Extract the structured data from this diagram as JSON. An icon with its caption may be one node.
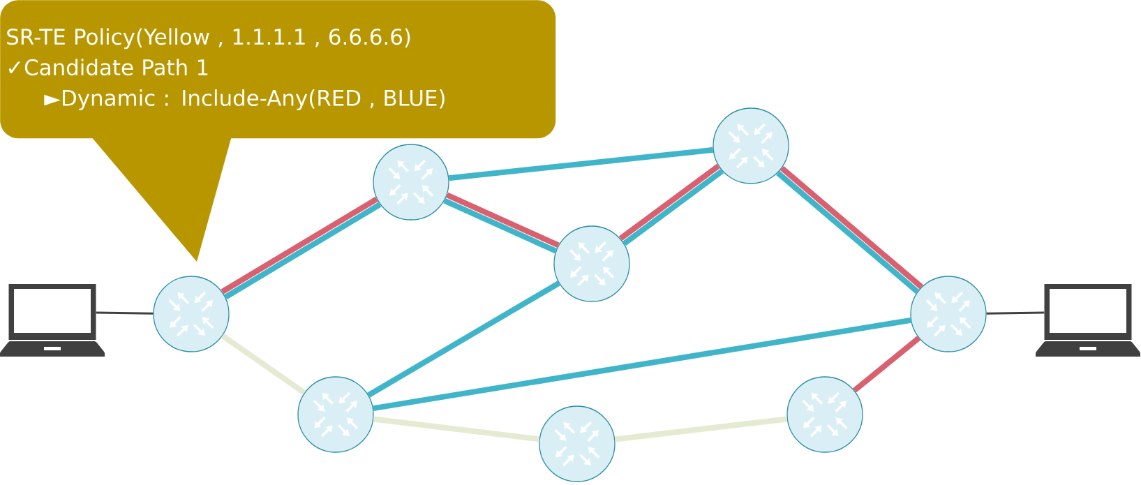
{
  "diagram": {
    "nodes": [
      {
        "text": [
          "SR-TE Policy(Yellow , 1.1.1.1 , 6.6.6.6)",
          "✓Candidate Path 1",
          "►Dynamic : Include-Any(RED , BLUE)"
        ]
      },
      {
        "text": [],
        "shape": "laptop"
      },
      {
        "text": [],
        "shape": "circle"
      },
      {
        "text": [],
        "shape": "circle"
      },
      {
        "text": [],
        "shape": "circle"
      },
      {
        "text": [],
        "shape": "circle"
      },
      {
        "text": [],
        "shape": "circle"
      },
      {
        "text": [],
        "shape": "circle"
      },
      {
        "text": [],
        "shape": "circle"
      },
      {
        "text": [],
        "shape": "circle"
      },
      {
        "text": [],
        "shape": "laptop"
      }
    ],
    "edges": [
      {
        "from": 1,
        "to": 2,
        "arrow": "none",
        "color": "#404040"
      },
      {
        "from": 2,
        "to": 3,
        "arrow": "none",
        "color": "#d9606f"
      },
      {
        "from": 2,
        "to": 3,
        "arrow": "none"
      },
      {
        "from": 3,
        "to": 5,
        "arrow": "none"
      },
      {
        "from": 3,
        "to": 4,
        "arrow": "none",
        "color": "#d9606f"
      },
      {
        "from": 3,
        "to": 4,
        "arrow": "none"
      },
      {
        "from": 4,
        "to": 5,
        "arrow": "none",
        "color": "#d9606f"
      },
      {
        "from": 4,
        "to": 5,
        "arrow": "none"
      },
      {
        "from": 5,
        "to": 6,
        "arrow": "none",
        "color": "#d9606f"
      },
      {
        "from": 5,
        "to": 6,
        "arrow": "none"
      },
      {
        "from": 2,
        "to": 7,
        "arrow": "none",
        "color": "#e5ead3"
      },
      {
        "from": 4,
        "to": 7,
        "arrow": "none"
      },
      {
        "from": 7,
        "to": 6,
        "arrow": "none"
      },
      {
        "from": 7,
        "to": 8,
        "arrow": "none",
        "color": "#e5ead3"
      },
      {
        "from": 8,
        "to": 9,
        "arrow": "none",
        "color": "#e5ead3"
      },
      {
        "from": 9,
        "to": 6,
        "arrow": "none",
        "color": "#d9606f"
      },
      {
        "from": 6,
        "to": 10,
        "arrow": "none",
        "color": "#404040"
      }
    ]
  }
}
